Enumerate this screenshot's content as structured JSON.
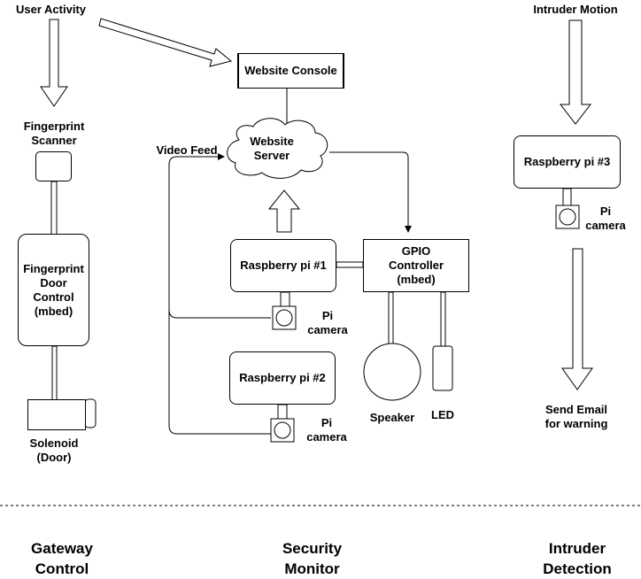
{
  "top_labels": {
    "user_activity": "User Activity",
    "intruder_motion": "Intruder Motion"
  },
  "gateway": {
    "fingerprint_scanner": "Fingerprint Scanner",
    "door_control": "Fingerprint Door Control (mbed)",
    "solenoid": "Solenoid (Door)"
  },
  "security": {
    "website_console": "Website Console",
    "website_server": "Website Server",
    "video_feed": "Video Feed",
    "rpi1": "Raspberry pi #1",
    "rpi2": "Raspberry pi #2",
    "gpio": "GPIO Controller (mbed)",
    "pi_camera_1": "Pi camera",
    "pi_camera_2": "Pi camera",
    "speaker": "Speaker",
    "led": "LED"
  },
  "intruder": {
    "rpi3": "Raspberry pi #3",
    "pi_camera_3": "Pi camera",
    "send_email": "Send Email for warning"
  },
  "sections": {
    "gateway": "Gateway Control",
    "security": "Security Monitor",
    "intruder": "Intruder Detection"
  }
}
